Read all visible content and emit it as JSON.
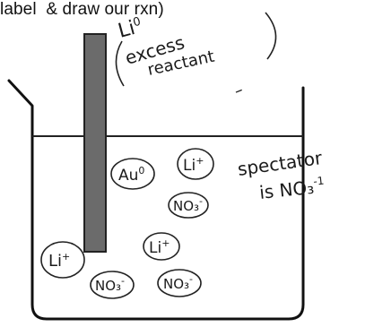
{
  "header": {
    "text": "label  & draw our rxn)"
  },
  "labels": {
    "electrode_element": "Li",
    "electrode_charge": "0",
    "excess_line1": "excess",
    "excess_line2": "reactant",
    "dash": "–",
    "spectator_line1": "spectator",
    "spectator_line2": "is NO₃",
    "spectator_charge": "-1"
  },
  "ions": [
    {
      "symbol": "Au",
      "charge": "0"
    },
    {
      "symbol": "Li",
      "charge": "+"
    },
    {
      "symbol": "NO₃",
      "charge": "-"
    },
    {
      "symbol": "Li",
      "charge": "+"
    },
    {
      "symbol": "Li",
      "charge": "+"
    },
    {
      "symbol": "NO₃",
      "charge": "-"
    },
    {
      "symbol": "NO₃",
      "charge": "-"
    }
  ]
}
